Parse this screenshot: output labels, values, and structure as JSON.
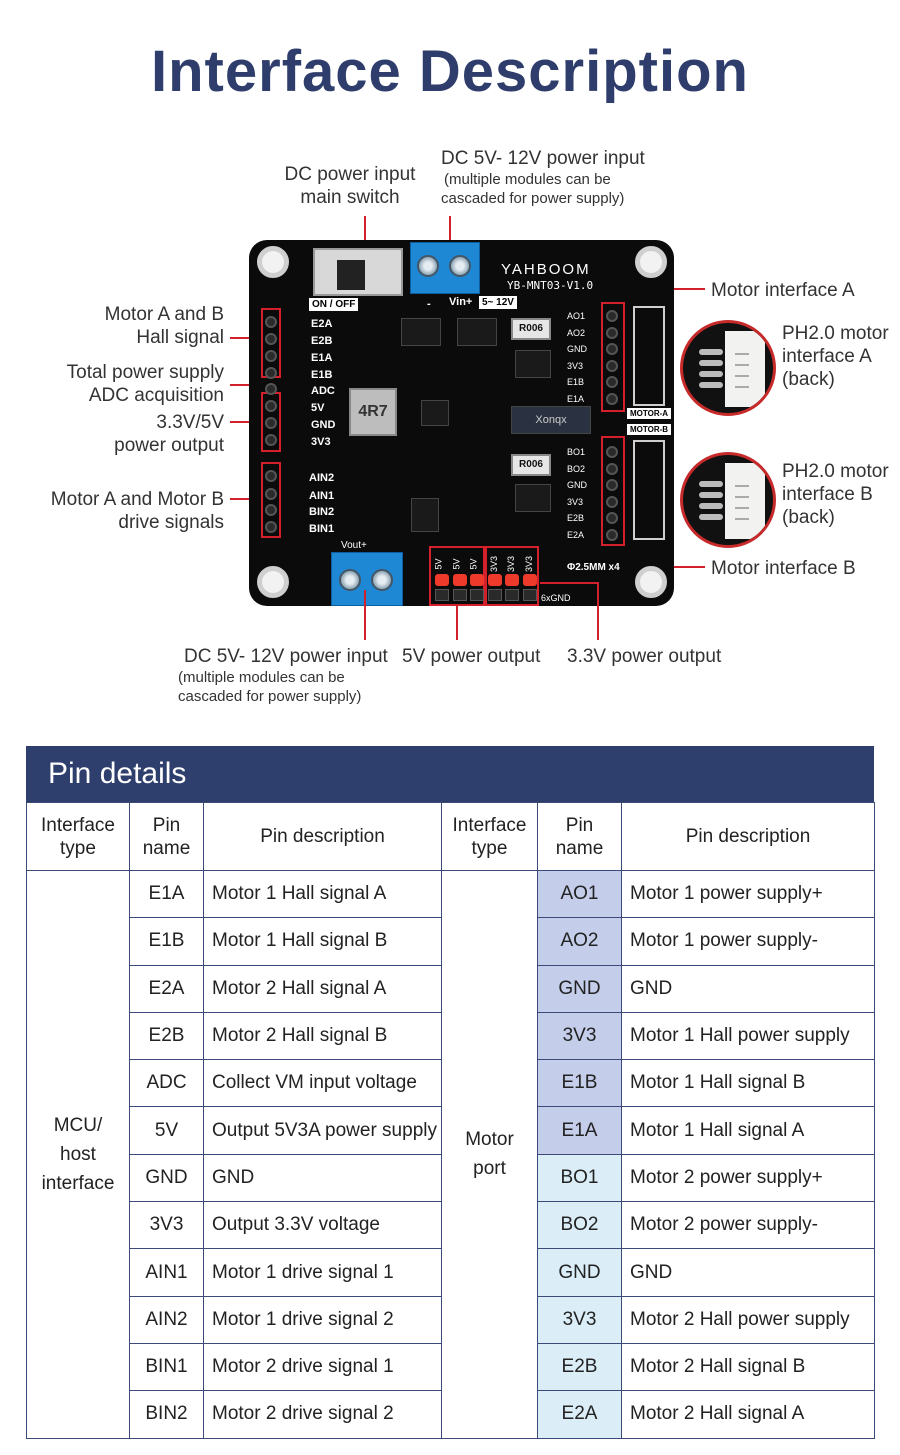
{
  "title": "Interface Description",
  "callouts": {
    "switch": "DC power input main switch",
    "switch_l1": "DC power input",
    "switch_l2": "main switch",
    "power_in_top": "DC 5V- 12V power input",
    "power_in_top_note_l1": "(multiple modules can be",
    "power_in_top_note_l2": "cascaded for power supply)",
    "hall_l1": "Motor A and B",
    "hall_l2": "Hall signal",
    "adc_l1": "Total power supply",
    "adc_l2": "ADC acquisition",
    "pwr_out_l1": "3.3V/5V",
    "pwr_out_l2": "power output",
    "drive_l1": "Motor A and Motor B",
    "drive_l2": "drive signals",
    "motor_a": "Motor interface A",
    "ph_a_l1": "PH2.0 motor",
    "ph_a_l2": "interface A",
    "ph_a_l3": "(back)",
    "ph_b_l1": "PH2.0 motor",
    "ph_b_l2": "interface B",
    "ph_b_l3": "(back)",
    "motor_b": "Motor interface B",
    "power_in_bottom": "DC 5V- 12V power input",
    "power_in_bottom_note_l1": "(multiple modules can be",
    "power_in_bottom_note_l2": "cascaded for power supply)",
    "out_5v": "5V power output",
    "out_3v3": "3.3V power output"
  },
  "board": {
    "brand": "YAHBOOM",
    "model": "YB-MNT03-V1.0",
    "switch_label": "ON / OFF",
    "vin_minus": "-",
    "vin_plus": "Vin+",
    "vin_range": "5~ 12V",
    "vout_plus": "Vout+",
    "left_pins": [
      "E2A",
      "E2B",
      "E1A",
      "E1B",
      "ADC",
      "5V",
      "GND",
      "3V3"
    ],
    "drive_pins": [
      "AIN2",
      "AIN1",
      "BIN2",
      "BIN1"
    ],
    "motor_a_pins": [
      "AO1",
      "AO2",
      "GND",
      "3V3",
      "E1B",
      "E1A"
    ],
    "motor_b_pins": [
      "BO1",
      "BO2",
      "GND",
      "3V3",
      "E2B",
      "E2A"
    ],
    "motor_a_label": "MOTOR-A",
    "motor_b_label": "MOTOR-B",
    "hole_label": "Φ2.5MM x4",
    "gnd_label": "6xGND",
    "out_pins": [
      "5V",
      "5V",
      "5V",
      "3V3",
      "3V3",
      "3V3"
    ],
    "inductor": "4R7",
    "res1": "R006",
    "res2": "R006",
    "cap": "Xonqx"
  },
  "table": {
    "heading": "Pin details",
    "headers": {
      "interface_type": "Interface type",
      "pin_name": "Pin name",
      "pin_description": "Pin description"
    },
    "header_lines": {
      "it1": "Interface",
      "it2": "type",
      "pn1": "Pin",
      "pn2": "name",
      "pd": "Pin description"
    },
    "left_group": {
      "label_l1": "MCU/",
      "label_l2": "host",
      "label_l3": "interface",
      "rows": [
        {
          "pin": "E1A",
          "desc": "Motor 1 Hall signal A"
        },
        {
          "pin": "E1B",
          "desc": "Motor 1 Hall signal B"
        },
        {
          "pin": "E2A",
          "desc": "Motor 2 Hall signal A"
        },
        {
          "pin": "E2B",
          "desc": "Motor 2 Hall signal B"
        },
        {
          "pin": "ADC",
          "desc": "Collect VM input voltage"
        },
        {
          "pin": "5V",
          "desc": "Output 5V3A power supply"
        },
        {
          "pin": "GND",
          "desc": "GND"
        },
        {
          "pin": "3V3",
          "desc": "Output 3.3V voltage"
        },
        {
          "pin": "AIN1",
          "desc": "Motor 1 drive signal 1"
        },
        {
          "pin": "AIN2",
          "desc": "Motor 1 drive signal 2"
        },
        {
          "pin": "BIN1",
          "desc": "Motor 2 drive signal 1"
        },
        {
          "pin": "BIN2",
          "desc": "Motor 2 drive signal 2"
        }
      ]
    },
    "right_group": {
      "label_l1": "Motor",
      "label_l2": "port",
      "rows": [
        {
          "pin": "AO1",
          "desc": "Motor 1 power supply+",
          "group": "A"
        },
        {
          "pin": "AO2",
          "desc": "Motor 1 power supply-",
          "group": "A"
        },
        {
          "pin": "GND",
          "desc": "GND",
          "group": "A"
        },
        {
          "pin": "3V3",
          "desc": "Motor 1 Hall power supply",
          "group": "A"
        },
        {
          "pin": "E1B",
          "desc": "Motor 1 Hall signal B",
          "group": "A"
        },
        {
          "pin": "E1A",
          "desc": "Motor 1 Hall signal A",
          "group": "A"
        },
        {
          "pin": "BO1",
          "desc": "Motor 2 power supply+",
          "group": "B"
        },
        {
          "pin": "BO2",
          "desc": "Motor 2 power supply-",
          "group": "B"
        },
        {
          "pin": "GND",
          "desc": "GND",
          "group": "B"
        },
        {
          "pin": "3V3",
          "desc": "Motor 2 Hall power supply",
          "group": "B"
        },
        {
          "pin": "E2B",
          "desc": "Motor 2 Hall signal B",
          "group": "B"
        },
        {
          "pin": "E2A",
          "desc": "Motor 2 Hall signal A",
          "group": "B"
        }
      ]
    }
  },
  "colors": {
    "title": "#2e3d6b",
    "header_band": "#2f3f6d",
    "callout_line": "#d3202a",
    "motor_a_cell": "#c4cdea",
    "motor_b_cell": "#dbeef8"
  }
}
